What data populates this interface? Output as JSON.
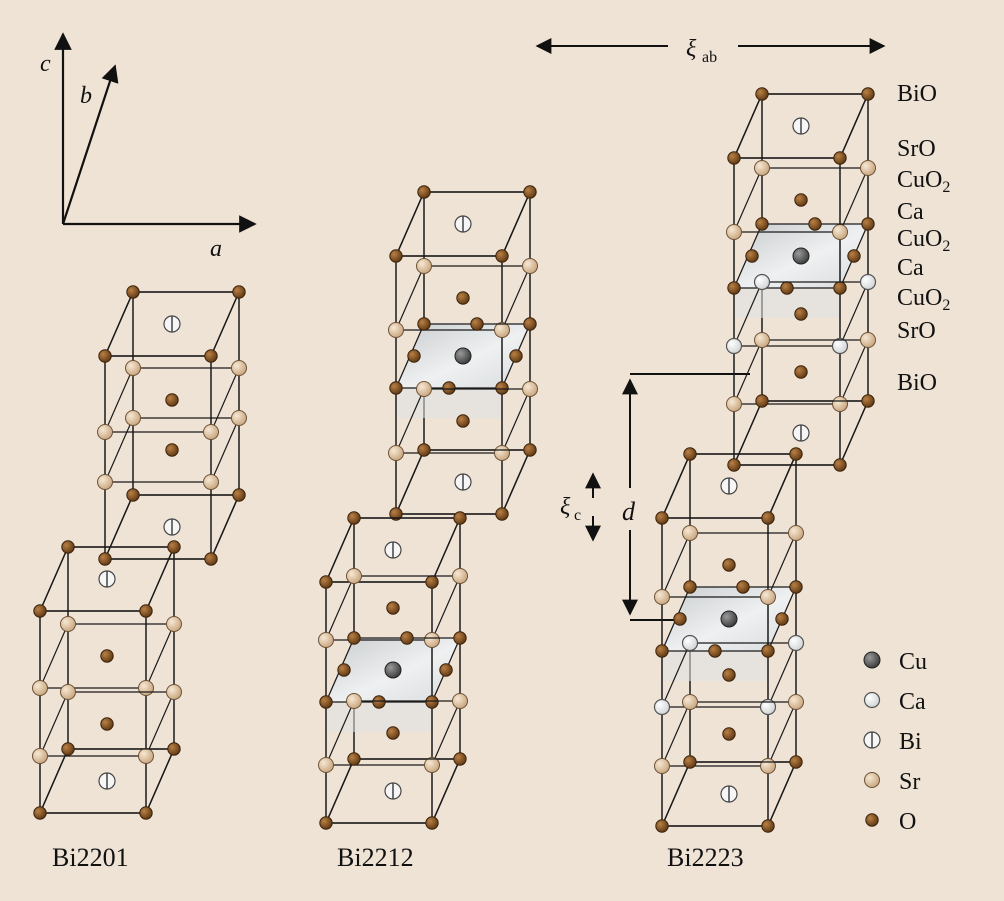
{
  "axes": {
    "a": "a",
    "b": "b",
    "c": "c"
  },
  "dimensions": {
    "xi_ab_sym": "ξ",
    "xi_ab_sub": "ab",
    "xi_c_sym": "ξ",
    "xi_c_sub": "c",
    "d": "d"
  },
  "structures": [
    {
      "name": "Bi2201",
      "cuo2_layers": 1
    },
    {
      "name": "Bi2212",
      "cuo2_layers": 2
    },
    {
      "name": "Bi2223",
      "cuo2_layers": 3
    }
  ],
  "layer_labels": [
    {
      "text": "BiO",
      "sub": ""
    },
    {
      "text": "SrO",
      "sub": ""
    },
    {
      "text": "CuO",
      "sub": "2"
    },
    {
      "text": "Ca",
      "sub": ""
    },
    {
      "text": "CuO",
      "sub": "2"
    },
    {
      "text": "Ca",
      "sub": ""
    },
    {
      "text": "CuO",
      "sub": "2"
    },
    {
      "text": "SrO",
      "sub": ""
    },
    {
      "text": "BiO",
      "sub": ""
    }
  ],
  "legend": [
    {
      "label": "Cu",
      "atom": "cu-atom"
    },
    {
      "label": "Ca",
      "atom": "ca-atom"
    },
    {
      "label": "Bi",
      "atom": "bi-atom"
    },
    {
      "label": "Sr",
      "atom": "sr-atom"
    },
    {
      "label": "O",
      "atom": "o-atom"
    }
  ],
  "colors": {
    "background": "#efe3d6",
    "line": "#1a1a1a",
    "plane": "#e8eaec",
    "cu": "#555555",
    "ca": "#ffffff",
    "bi": "#f4f4f4",
    "sr": "#e4cba9",
    "o": "#8b5a2b"
  }
}
